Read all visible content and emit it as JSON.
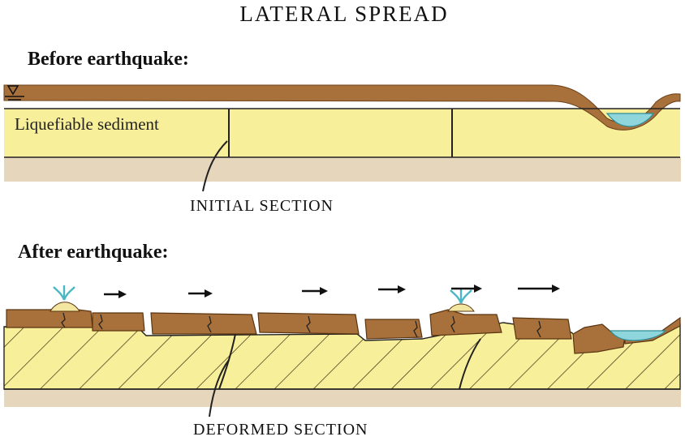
{
  "title": "LATERAL SPREAD",
  "before": {
    "heading": "Before earthquake:",
    "sediment_label": "Liquefiable sediment",
    "section_label": "INITIAL SECTION"
  },
  "after": {
    "heading": "After earthquake:",
    "section_label": "DEFORMED SECTION"
  },
  "colors": {
    "crust": "#a8703a",
    "crust_dark": "#7a4a20",
    "sediment": "#f8ef9a",
    "bedrock": "#e6d6bc",
    "water": "#8fd6dc",
    "hatch": "#3a2a10",
    "sand_boil": "#49b7c4"
  }
}
